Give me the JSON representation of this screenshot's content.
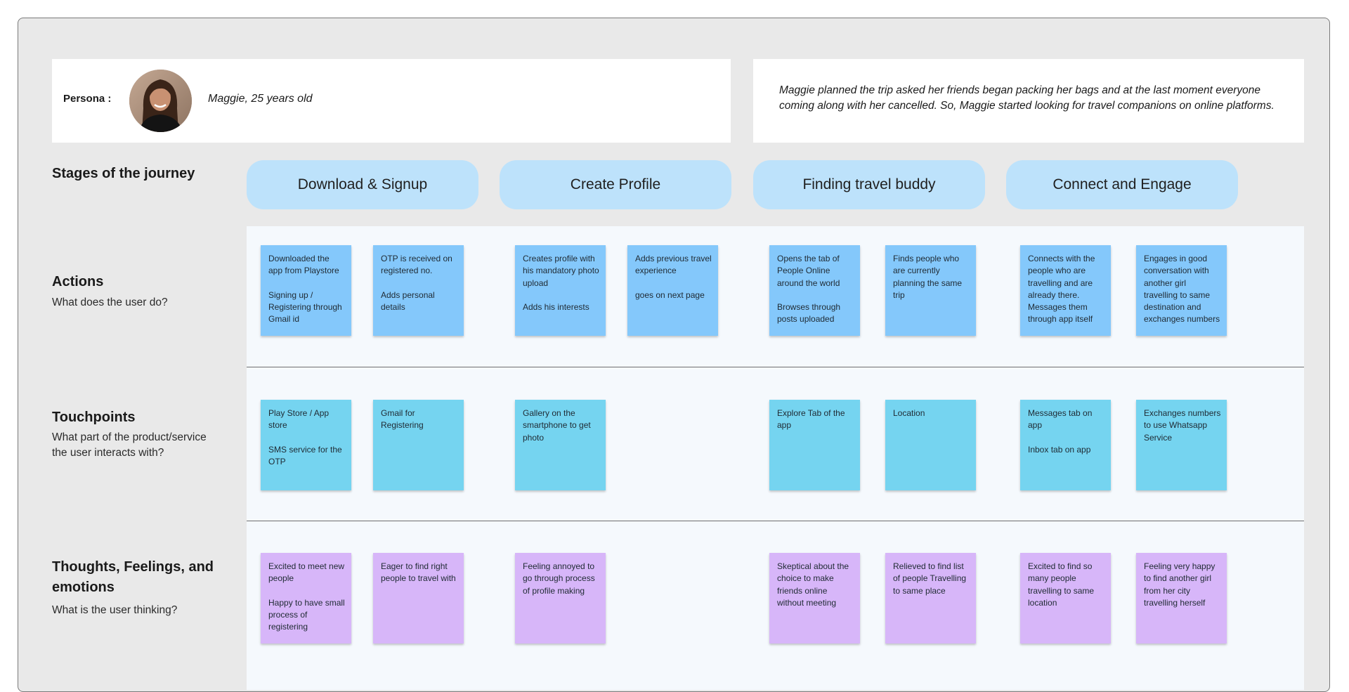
{
  "persona": {
    "label": "Persona :",
    "name": "Maggie, 25 years old",
    "scenario": "Maggie planned the trip asked her friends began packing her bags and at the last moment everyone coming along with her cancelled. So, Maggie started looking for travel companions on online platforms."
  },
  "stages": {
    "title": "Stages of the journey",
    "items": [
      "Download & Signup",
      "Create Profile",
      "Finding travel buddy",
      "Connect and Engage"
    ]
  },
  "rows": {
    "actions": {
      "title": "Actions",
      "subtitle": "What does the user do?",
      "notes": [
        "Downloaded the app from Playstore\n\nSigning up / Registering through Gmail id",
        "OTP is received on registered no.\n\nAdds personal details",
        "Creates profile with his mandatory photo upload\n\nAdds his interests",
        "Adds previous travel experience\n\ngoes on next page",
        "Opens the tab of People Online around the world\n\nBrowses through posts uploaded",
        "Finds people who are currently planning the same trip",
        "Connects with the people who are travelling and are already there. Messages them through app itself",
        "Engages in good conversation with another girl travelling to same destination and exchanges numbers"
      ]
    },
    "touchpoints": {
      "title": "Touchpoints",
      "subtitle": "What part of the product/service the user interacts with?",
      "notes": [
        "Play Store / App store\n\nSMS service for the OTP",
        "Gmail for Registering",
        "Gallery on the smartphone to get photo",
        "Explore Tab of the app",
        "Location",
        "Messages tab on app\n\nInbox tab on app",
        "Exchanges numbers to use Whatsapp Service"
      ]
    },
    "thoughts": {
      "title": "Thoughts, Feelings, and emotions",
      "subtitle": "What is the user thinking?",
      "notes": [
        "Excited to meet new people\n\nHappy to have small process of registering",
        "Eager to find right people to travel with",
        "Feeling annoyed to go through process of profile making",
        "Skeptical about the choice to make friends online without meeting",
        "Relieved to find list of people Travelling to same place",
        "Excited to find so many people travelling to same location",
        "Feeling very happy to find another girl from her city travelling herself"
      ]
    }
  },
  "colors": {
    "stage_pill": "#bde2fb",
    "action_note": "#84c8fb",
    "touchpoint_note": "#75d4f0",
    "thought_note": "#d7b6f9"
  }
}
